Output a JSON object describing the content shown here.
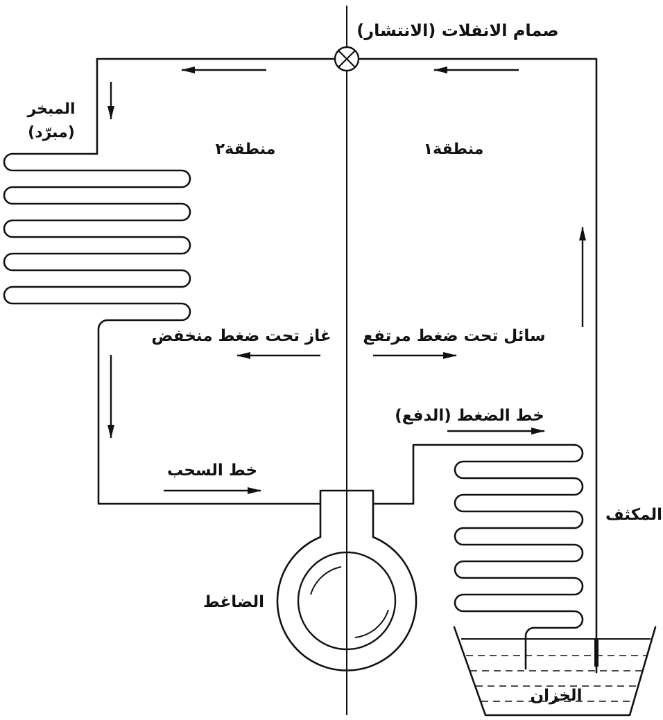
{
  "labels": {
    "expansion_valve": "صمام الانفلات (الانتشار)",
    "evaporator": "المبخر",
    "evaporator_sub": "(مبرّد)",
    "zone2": "منطقة٢",
    "zone1": "منطقة١",
    "low_pressure_gas": "غاز تحت ضغط منخفض",
    "high_pressure_liquid": "سائل تحت ضغط مرتفع",
    "discharge_line": "خط الضغط (الدفع)",
    "suction_line": "خط السحب",
    "condenser": "المكثف",
    "compressor": "الضاغط",
    "reservoir": "الخزان"
  },
  "colors": {
    "line": "#111111",
    "background": "#ffffff"
  }
}
